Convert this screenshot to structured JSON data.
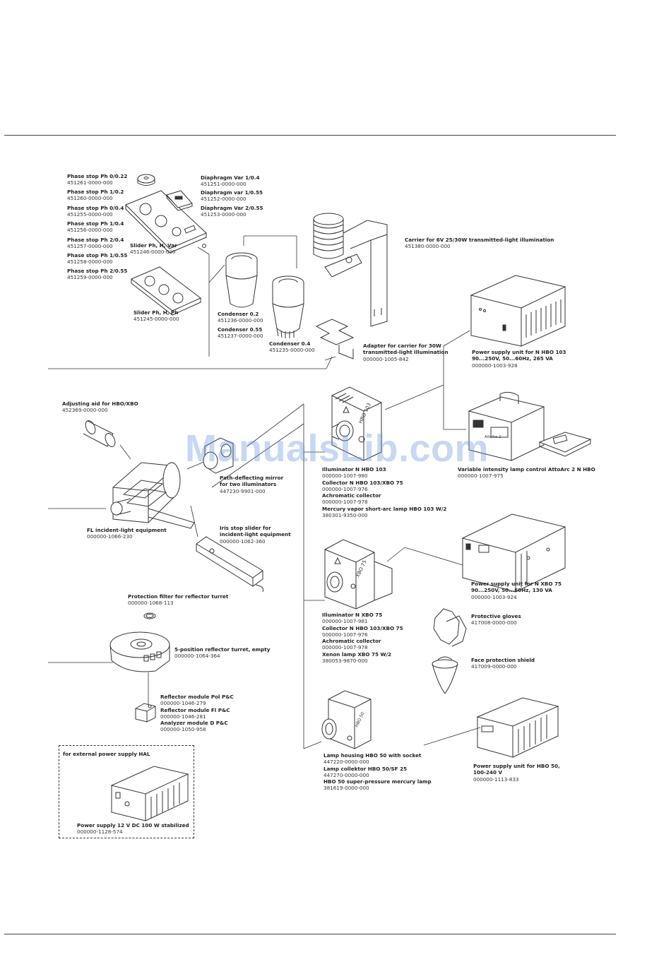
{
  "watermark": "ManualsLib.com",
  "labels": [
    {
      "id": "phase-stop-ph-0-022",
      "lines": [
        {
          "t": "Phase stop Ph 0/0.22",
          "b": true
        },
        {
          "t": "451261-0000-000",
          "b": false
        }
      ]
    },
    {
      "id": "phase-stop-ph-1-02",
      "lines": [
        {
          "t": "Phase stop Ph 1/0.2",
          "b": true
        },
        {
          "t": "451260-0000-000",
          "b": false
        }
      ]
    },
    {
      "id": "phase-stop-ph-0-04",
      "lines": [
        {
          "t": "Phase stop Ph 0/0.4",
          "b": true
        },
        {
          "t": "451255-0000-000",
          "b": false
        }
      ]
    },
    {
      "id": "phase-stop-ph-1-04",
      "lines": [
        {
          "t": "Phase stop Ph 1/0.4",
          "b": true
        },
        {
          "t": "451256-0000-000",
          "b": false
        }
      ]
    },
    {
      "id": "phase-stop-ph-2-04",
      "lines": [
        {
          "t": "Phase stop Ph 2/0.4",
          "b": true
        },
        {
          "t": "451257-0000-000",
          "b": false
        }
      ]
    },
    {
      "id": "phase-stop-ph-1-055",
      "lines": [
        {
          "t": "Phase stop Ph 1/0.55",
          "b": true
        },
        {
          "t": "451258-0000-000",
          "b": false
        }
      ]
    },
    {
      "id": "phase-stop-ph-2-055",
      "lines": [
        {
          "t": "Phase stop Ph 2/0.55",
          "b": true
        },
        {
          "t": "451259-0000-000",
          "b": false
        }
      ]
    },
    {
      "id": "diaphragm-var-1-04",
      "lines": [
        {
          "t": "Diaphragm Var 1/0.4",
          "b": true
        },
        {
          "t": "451251-0000-000",
          "b": false
        }
      ]
    },
    {
      "id": "diaphragm-var-1-055",
      "lines": [
        {
          "t": "Diaphragm var 1/0.55",
          "b": true
        },
        {
          "t": "451252-0000-000",
          "b": false
        }
      ]
    },
    {
      "id": "diaphragm-var-2-055",
      "lines": [
        {
          "t": "Diaphragm Var 2/0.55",
          "b": true
        },
        {
          "t": "451253-0000-000",
          "b": false
        }
      ]
    },
    {
      "id": "slider-ph-h-var",
      "lines": [
        {
          "t": "Slider Ph, H, Var",
          "b": true
        },
        {
          "t": "451246-0000-000",
          "b": false
        }
      ]
    },
    {
      "id": "slider-ph-h-ph",
      "lines": [
        {
          "t": "Slider Ph, H, Ph",
          "b": true
        },
        {
          "t": "451245-0000-000",
          "b": false
        }
      ]
    },
    {
      "id": "condenser-02",
      "lines": [
        {
          "t": "Condenser 0.2",
          "b": true
        },
        {
          "t": "451236-0000-000",
          "b": false
        }
      ]
    },
    {
      "id": "condenser-055",
      "lines": [
        {
          "t": "Condenser 0.55",
          "b": true
        },
        {
          "t": "451237-0000-000",
          "b": false
        }
      ]
    },
    {
      "id": "condenser-04",
      "lines": [
        {
          "t": "Condenser 0.4",
          "b": true
        },
        {
          "t": "451235-0000-000",
          "b": false
        }
      ]
    },
    {
      "id": "carrier-6v",
      "lines": [
        {
          "t": "Carrier for 6V 25/30W transmitted-light illumination",
          "b": true
        },
        {
          "t": "451380-0000-000",
          "b": false
        }
      ]
    },
    {
      "id": "adapter-carrier",
      "lines": [
        {
          "t": "Adapter for carrier for 30W",
          "b": true
        },
        {
          "t": "transmitted-light illumination",
          "b": true
        },
        {
          "t": "000000-1005-842",
          "b": false
        }
      ]
    },
    {
      "id": "power-supply-hbo103",
      "lines": [
        {
          "t": "Power supply unit for N HBO 103",
          "b": true
        },
        {
          "t": "90...250V, 50...60Hz, 265 VA",
          "b": true
        },
        {
          "t": "000000-1003-928",
          "b": false
        }
      ]
    },
    {
      "id": "adjusting-aid",
      "lines": [
        {
          "t": "Adjusting aid for HBO/XBO",
          "b": true
        },
        {
          "t": "452369-0000-000",
          "b": false
        }
      ]
    },
    {
      "id": "illuminator-hbo103",
      "lines": [
        {
          "t": "Illuminator N HBO 103",
          "b": true
        },
        {
          "t": "000000-1007-980",
          "b": false
        },
        {
          "t": "Collector N HBO 103/XBO 75",
          "b": true
        },
        {
          "t": "000000-1007-976",
          "b": false
        },
        {
          "t": "Achromatic collector",
          "b": true
        },
        {
          "t": "000000-1007-978",
          "b": false
        },
        {
          "t": "Mercury vapor short-arc lamp HBO 103 W/2",
          "b": true
        },
        {
          "t": "380301-9350-000",
          "b": false
        }
      ]
    },
    {
      "id": "attoarc",
      "lines": [
        {
          "t": "Variable intensity lamp control AttoArc 2 N HBO",
          "b": true
        },
        {
          "t": "000000-1007-975",
          "b": false
        }
      ]
    },
    {
      "id": "path-deflecting-mirror",
      "lines": [
        {
          "t": "Path-deflecting mirror",
          "b": true
        },
        {
          "t": "for two illuminators",
          "b": true
        },
        {
          "t": "447230-9901-000",
          "b": false
        }
      ]
    },
    {
      "id": "fl-incident",
      "lines": [
        {
          "t": "FL incident-light equipment",
          "b": true
        },
        {
          "t": "000000-1066-230",
          "b": false
        }
      ]
    },
    {
      "id": "iris-stop-slider",
      "lines": [
        {
          "t": "Iris stop slider for",
          "b": true
        },
        {
          "t": "incident-light equipment",
          "b": true
        },
        {
          "t": "000000-1062-360",
          "b": false
        }
      ]
    },
    {
      "id": "power-supply-xbo75",
      "lines": [
        {
          "t": "Power supply unit for N XBO 75",
          "b": true
        },
        {
          "t": "90...250V, 50...60Hz, 130 VA",
          "b": true
        },
        {
          "t": "000000-1003-924",
          "b": false
        }
      ]
    },
    {
      "id": "protection-filter",
      "lines": [
        {
          "t": "Protection filter for reflector turret",
          "b": true
        },
        {
          "t": "000000-1068-113",
          "b": false
        }
      ]
    },
    {
      "id": "illuminator-xbo75",
      "lines": [
        {
          "t": "Illuminator N XBO 75",
          "b": true
        },
        {
          "t": "000000-1007-981",
          "b": false
        },
        {
          "t": "Collector N HBO 103/XBO 75",
          "b": true
        },
        {
          "t": "000000-1007-976",
          "b": false
        },
        {
          "t": "Achromatic collector",
          "b": true
        },
        {
          "t": "000000-1007-978",
          "b": false
        },
        {
          "t": "Xenon lamp XBO 75 W/2",
          "b": true
        },
        {
          "t": "380053-9870-000",
          "b": false
        }
      ]
    },
    {
      "id": "protective-gloves",
      "lines": [
        {
          "t": "Protective gloves",
          "b": true
        },
        {
          "t": "417008-0000-000",
          "b": false
        }
      ]
    },
    {
      "id": "reflector-turret",
      "lines": [
        {
          "t": "5-position reflector turret, empty",
          "b": true
        },
        {
          "t": "000000-1064-364",
          "b": false
        }
      ]
    },
    {
      "id": "face-shield",
      "lines": [
        {
          "t": "Face protection shield",
          "b": true
        },
        {
          "t": "417009-0000-000",
          "b": false
        }
      ]
    },
    {
      "id": "reflector-modules",
      "lines": [
        {
          "t": "Reflector module Pol P&C",
          "b": true
        },
        {
          "t": "000000-1046-279",
          "b": false
        },
        {
          "t": "Reflector module Fl P&C",
          "b": true
        },
        {
          "t": "000000-1046-281",
          "b": false
        },
        {
          "t": "Analyzer module  D P&C",
          "b": true
        },
        {
          "t": "000000-1050-958",
          "b": false
        }
      ]
    },
    {
      "id": "hal-box-title",
      "lines": [
        {
          "t": "for external power supply HAL",
          "b": true
        }
      ]
    },
    {
      "id": "lamp-housing-hbo50",
      "lines": [
        {
          "t": "Lamp housing HBO 50 with socket",
          "b": true
        },
        {
          "t": "447220-0000-000",
          "b": false
        },
        {
          "t": "Lamp collektor HBO 50/SF 25",
          "b": true
        },
        {
          "t": "447270-0000-000",
          "b": false
        },
        {
          "t": "HBO 50 super-pressure mercury lamp",
          "b": true
        },
        {
          "t": "381619-0000-000",
          "b": false
        }
      ]
    },
    {
      "id": "power-supply-hbo50",
      "lines": [
        {
          "t": "Power supply unit for HBO 50,",
          "b": true
        },
        {
          "t": "100-240 V",
          "b": true
        },
        {
          "t": "000000-1113-833",
          "b": false
        }
      ]
    },
    {
      "id": "power-supply-12v",
      "lines": [
        {
          "t": "Power supply 12 V DC 100 W stabilized",
          "b": true
        },
        {
          "t": "000000-1128-574",
          "b": false
        }
      ]
    }
  ],
  "device_marks": {
    "hbo103": "HBO 103",
    "xbo75": "XBO 75",
    "hbo50": "HBO 50",
    "attoarc": "AttoArc 2"
  }
}
